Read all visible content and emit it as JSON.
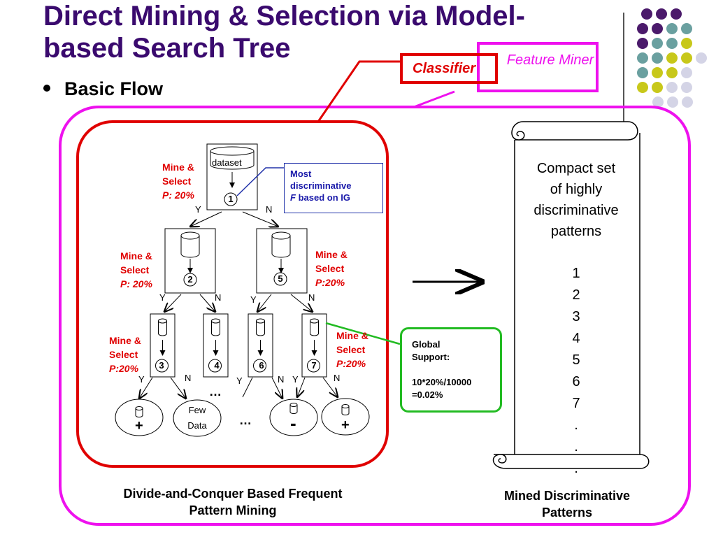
{
  "title": "Direct Mining & Selection via Model-based Search Tree",
  "bullet": "Basic Flow",
  "tags": {
    "classifier": "Classifier",
    "feature_miner": "Feature Miner"
  },
  "root_node_label": "dataset",
  "mine_select": {
    "line1": "Mine &",
    "line2": "Select",
    "p_root": "P: 20%",
    "p_2": "P: 20%",
    "p_5": "P:20%",
    "p_3": "P:20%",
    "p_7": "P:20%"
  },
  "node_numbers": [
    "1",
    "2",
    "3",
    "4",
    "5",
    "6",
    "7"
  ],
  "yes": "Y",
  "no": "N",
  "most_box": {
    "line1": "Most",
    "line2": "discriminative",
    "f": "F",
    "rest": " based on IG"
  },
  "global_box": {
    "line1": "Global",
    "line2": "Support:",
    "line3": "10*20%/10000",
    "line4": "=0.02%"
  },
  "leaves": {
    "plus": "+",
    "minus": "-",
    "few_data_1": "Few",
    "few_data_2": "Data"
  },
  "ellipsis": "…",
  "scroll": {
    "lines": [
      "Compact set",
      "of highly",
      "discriminative",
      "patterns"
    ],
    "items": [
      "1",
      "2",
      "3",
      "4",
      "5",
      "6",
      "7",
      ".",
      ".",
      "."
    ]
  },
  "captions": {
    "left_1": "Divide-and-Conquer Based Frequent",
    "left_2": "Pattern Mining",
    "right_1": "Mined Discriminative",
    "right_2": "Patterns"
  },
  "colors": {
    "title": "#3a0a6e",
    "red": "#e00000",
    "magenta": "#ee11ee",
    "green": "#22bb22",
    "dot_purple": "#4b1a6b",
    "dot_teal": "#6aa0a0",
    "dot_yellow": "#c8c81a",
    "dot_lavender": "#d4d4e6"
  }
}
